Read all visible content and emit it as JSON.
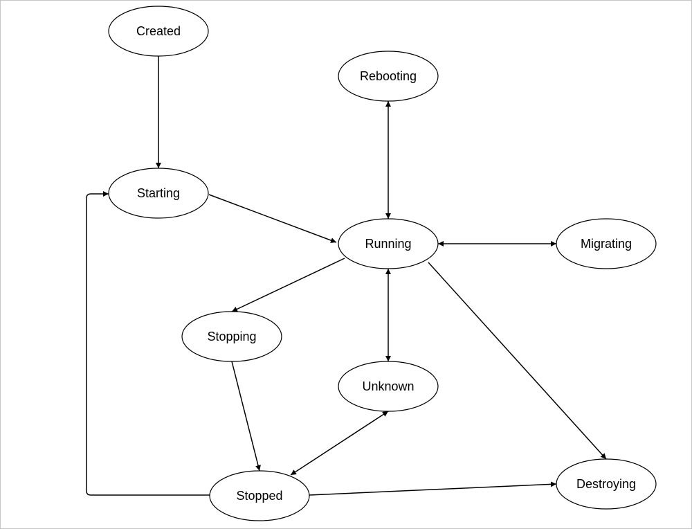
{
  "diagram": {
    "type": "state-diagram",
    "nodes": [
      {
        "id": "created",
        "label": "Created"
      },
      {
        "id": "rebooting",
        "label": "Rebooting"
      },
      {
        "id": "starting",
        "label": "Starting"
      },
      {
        "id": "running",
        "label": "Running"
      },
      {
        "id": "migrating",
        "label": "Migrating"
      },
      {
        "id": "stopping",
        "label": "Stopping"
      },
      {
        "id": "unknown",
        "label": "Unknown"
      },
      {
        "id": "stopped",
        "label": "Stopped"
      },
      {
        "id": "destroying",
        "label": "Destroying"
      }
    ],
    "edges": [
      {
        "from": "created",
        "to": "starting",
        "bidirectional": false
      },
      {
        "from": "starting",
        "to": "running",
        "bidirectional": false
      },
      {
        "from": "rebooting",
        "to": "running",
        "bidirectional": true
      },
      {
        "from": "running",
        "to": "migrating",
        "bidirectional": true
      },
      {
        "from": "running",
        "to": "stopping",
        "bidirectional": false
      },
      {
        "from": "running",
        "to": "unknown",
        "bidirectional": true
      },
      {
        "from": "running",
        "to": "destroying",
        "bidirectional": false
      },
      {
        "from": "stopping",
        "to": "stopped",
        "bidirectional": false
      },
      {
        "from": "unknown",
        "to": "stopped",
        "bidirectional": true
      },
      {
        "from": "stopped",
        "to": "destroying",
        "bidirectional": false
      },
      {
        "from": "stopped",
        "to": "starting",
        "bidirectional": false
      }
    ]
  }
}
